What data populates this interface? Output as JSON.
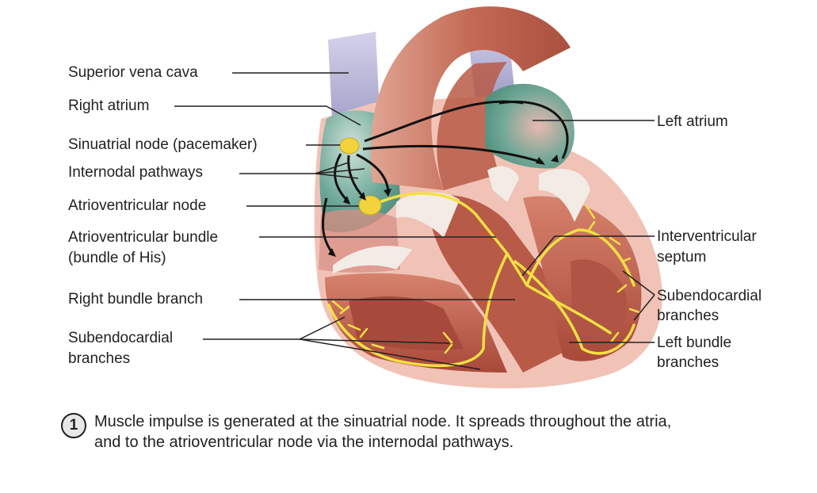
{
  "labels": {
    "superior_vena_cava": "Superior vena cava",
    "right_atrium": "Right atrium",
    "sinuatrial_node": "Sinuatrial node (pacemaker)",
    "internodal_pathways": "Internodal pathways",
    "atrioventricular_node": "Atrioventricular node",
    "atrioventricular_bundle_line1": "Atrioventricular bundle",
    "atrioventricular_bundle_line2": "(bundle of His)",
    "right_bundle_branch": "Right bundle branch",
    "subendocardial_left_line1": "Subendocardial",
    "subendocardial_left_line2": "branches",
    "left_atrium": "Left atrium",
    "interventricular_septum_line1": "Interventricular",
    "interventricular_septum_line2": "septum",
    "subendocardial_right_line1": "Subendocardial",
    "subendocardial_right_line2": "branches",
    "left_bundle_line1": "Left bundle",
    "left_bundle_line2": "branches"
  },
  "caption": {
    "step_number": "1",
    "line1": "Muscle impulse is generated at the sinuatrial node. It spreads throughout the atria,",
    "line2": "and to the atrioventricular node via the internodal pathways."
  },
  "colors": {
    "myocardium": "#c9725f",
    "chamber_wall": "#f2c7bb",
    "vena_cava": "#b9b6d6",
    "atrium_teal": "#5f9d8e",
    "valve": "#efe6de",
    "conduction": "#f5e042",
    "node": "#f2d33b"
  }
}
